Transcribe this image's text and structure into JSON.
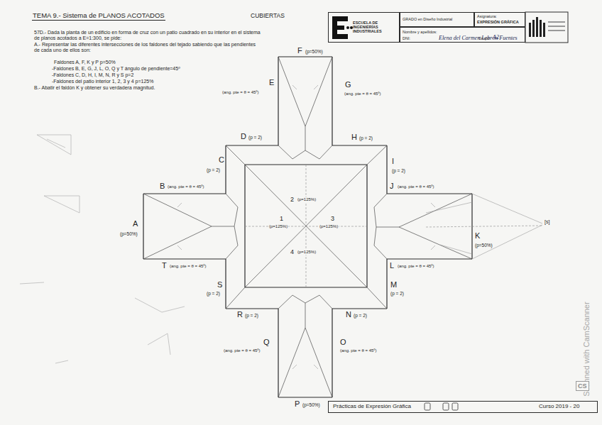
{
  "diagram": {
    "title": "TEMA 9.- Sistema de PLANOS ACOTADOS",
    "nodes": [
      {
        "text": [
          "ESCUELA DE INGENIERÍAS INDUSTRIALES"
        ]
      },
      {
        "text": [
          "GRADO en Diseño Industrial"
        ]
      },
      {
        "text": [
          "Asignatura:",
          "EXPRESIÓN GRÁFICA"
        ]
      },
      {
        "text": [
          "Nombre y apellidos:",
          "Elena del Carmen Lebrón Fuentes",
          "DNI:",
          "Grupo:",
          "A2"
        ]
      },
      {
        "text": [
          "Prácticas de Expresión Gráfica",
          "Curso 2019 - 20"
        ]
      }
    ],
    "labels": [
      "CUBIERTAS",
      "57D.- Dada la planta de un edificio en forma de cruz con un patio cuadrado en su interior en el sistema de planos acotados a E=1:300, se pide:",
      "A.- Representar las diferentes intersecciones de los faldones del tejado sabiendo que las pendientes de cada uno de ellos son:",
      "Faldones A, F, K y P p=50%",
      "-Faldones B, E, G, J, L, O, Q y T ángulo de pendiente=45º",
      "-Faldones C, D, H, I, M, N, R y S p=2",
      "-Faldones del patio interior 1, 2, 3 y 4 p=125%",
      "B.- Abatir el faldón K y obtener su verdadera magnitud.",
      "F",
      "(p=50%)",
      "E",
      "(ang. pte = θ = 45º)",
      "G",
      "(ang. pte = θ = 45º)",
      "D",
      "(p = 2)",
      "H",
      "(p = 2)",
      "C",
      "(p = 2)",
      "I",
      "(p = 2)",
      "B",
      "(ang. pte = θ = 45º)",
      "J",
      "(ang. pte = θ = 45º)",
      "A",
      "(p=50%)",
      "K",
      "(p=50%)",
      "T",
      "(ang. pte = θ = 45º)",
      "L",
      "(ang. pte = θ = 45º)",
      "S",
      "(p = 2)",
      "M",
      "(p = 2)",
      "R",
      "(p = 2)",
      "N",
      "(p = 2)",
      "Q",
      "(ang. pte = θ = 45º)",
      "O",
      "(ang. pte = θ = 45º)",
      "P",
      "(p=50%)",
      "1",
      "(p=125%)",
      "2",
      "(p=125%)",
      "3",
      "(p=125%)",
      "4",
      "(p=125%)",
      "[s]",
      "Scanned with CamScanner",
      "CS"
    ]
  }
}
